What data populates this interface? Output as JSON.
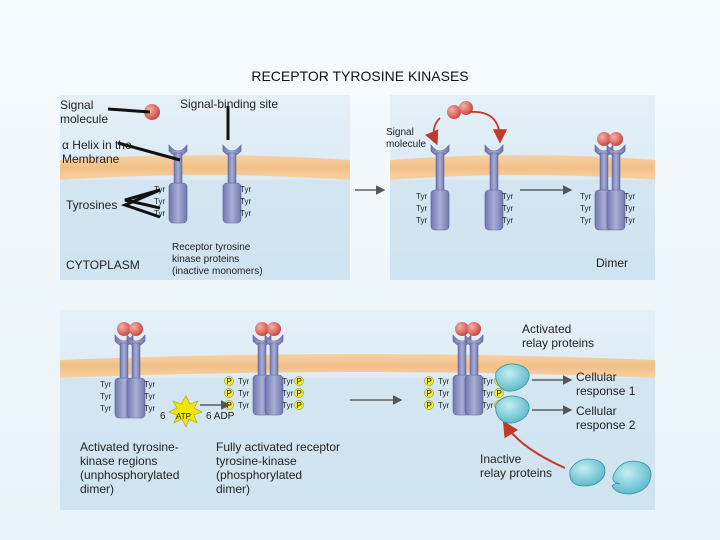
{
  "title": "RECEPTOR TYROSINE KINASES",
  "labels": {
    "signal_molecule": "Signal\nmolecule",
    "signal_binding_site": "Signal-binding site",
    "alpha_helix": "α Helix in the\nMembrane",
    "tyrosines": "Tyrosines",
    "cytoplasm": "CYTOPLASM",
    "receptor_proteins": "Receptor tyrosine\nkinase proteins\n(inactive monomers)",
    "signal_molecule_2": "Signal\nmolecule",
    "dimer": "Dimer",
    "activated_regions": "Activated tyrosine-\nkinase regions\n(unphosphorylated\ndimer)",
    "fully_activated": "Fully activated receptor\ntyrosine-kinase\n(phosphorylated\ndimer)",
    "activated_relay": "Activated\nrelay proteins",
    "cellular_response_1": "Cellular\nresponse 1",
    "cellular_response_2": "Cellular\nresponse 2",
    "inactive_relay": "Inactive\nrelay proteins",
    "six_atp_count": "6",
    "atp": "ATP",
    "six_adp": "6 ADP"
  },
  "glyphs": {
    "tyr": "Tyr",
    "phosphate": "P"
  },
  "colors": {
    "membrane": "#f3c693",
    "extracellular": "#dbeaf4",
    "cytoplasm": "#d4e6f2",
    "receptor": "#8e94c4",
    "ligand": "#e26a63",
    "relay": "#7ccad8",
    "atp": "#f2e600",
    "phosphate": "#f2ea3a"
  }
}
